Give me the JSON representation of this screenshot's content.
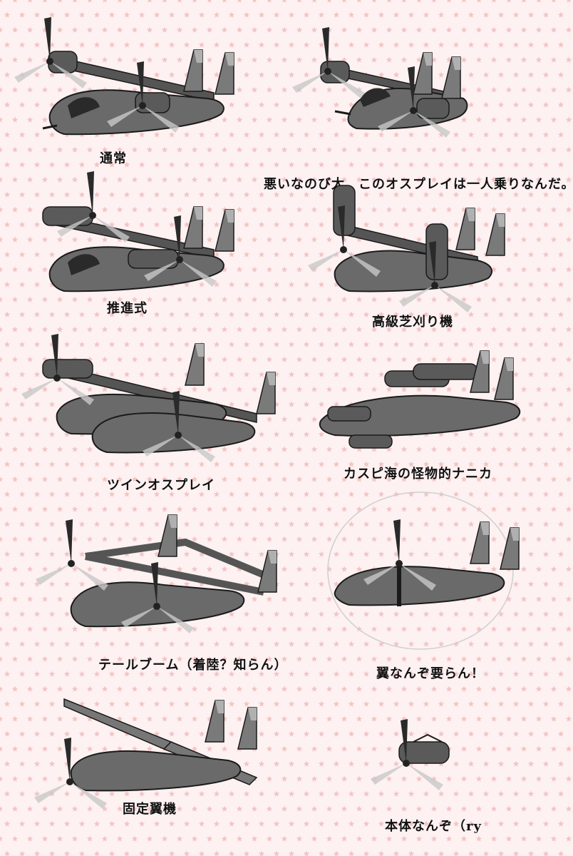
{
  "captions": {
    "normal": "通常",
    "solo": "悪いなのび太、このオスプレイは一人乗りなんだ。",
    "pusher": "推進式",
    "mower": "高級芝刈り機",
    "twin": "ツインオスプレイ",
    "caspian": "カスピ海の怪物的ナニカ",
    "tailboom": "テールブーム（着陸？知らん）",
    "nowing": "翼なんぞ要らん！",
    "fixed": "固定翼機",
    "nobody": "本体なんぞ（ry"
  },
  "colors": {
    "background": "#fdf1f1",
    "star": "#f4c4c4",
    "body": "#6a6a6a",
    "body_dark": "#3c3c3c",
    "body_light": "#9a9a9a",
    "outline": "#1a1a1a",
    "blur": "#c8c8c8"
  },
  "icons": {
    "star": "star-pattern",
    "aircraft": "osprey-illustration"
  }
}
